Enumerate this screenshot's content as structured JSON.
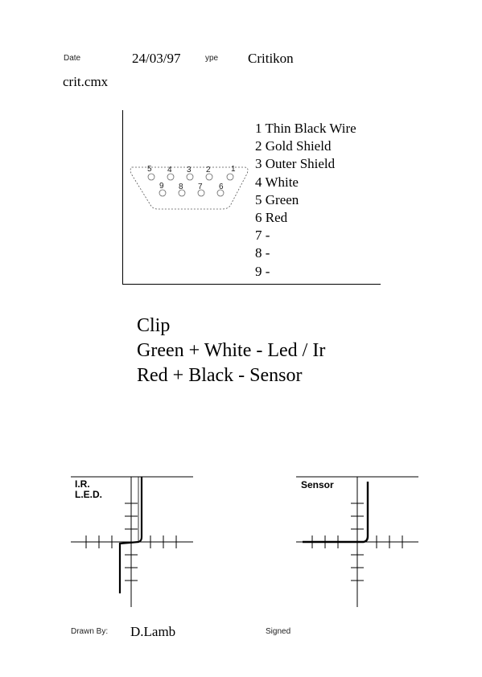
{
  "header": {
    "date_label": "Date",
    "date_value": "24/03/97",
    "type_label": "ype",
    "type_value": "Critikon",
    "filename": "crit.cmx"
  },
  "connector": {
    "top_row_pins": [
      "5",
      "4",
      "3",
      "2",
      "1"
    ],
    "bottom_row_pins": [
      "9",
      "8",
      "7",
      "6"
    ],
    "pin_list": [
      "1 Thin Black Wire",
      "2 Gold Shield",
      "3 Outer Shield",
      "4 White",
      "5 Green",
      "6 Red",
      "7 -",
      "8 -",
      "9 -"
    ]
  },
  "clip_notes": {
    "title": "Clip",
    "line1": "Green + White - Led / Ir",
    "line2": "Red + Black - Sensor"
  },
  "graphs": {
    "ir_led": {
      "label_line1": "I.R.",
      "label_line2": "L.E.D."
    },
    "sensor": {
      "label": "Sensor"
    }
  },
  "footer": {
    "drawn_by_label": "Drawn By:",
    "drawn_by_value": "D.Lamb",
    "signed_label": "Signed"
  }
}
